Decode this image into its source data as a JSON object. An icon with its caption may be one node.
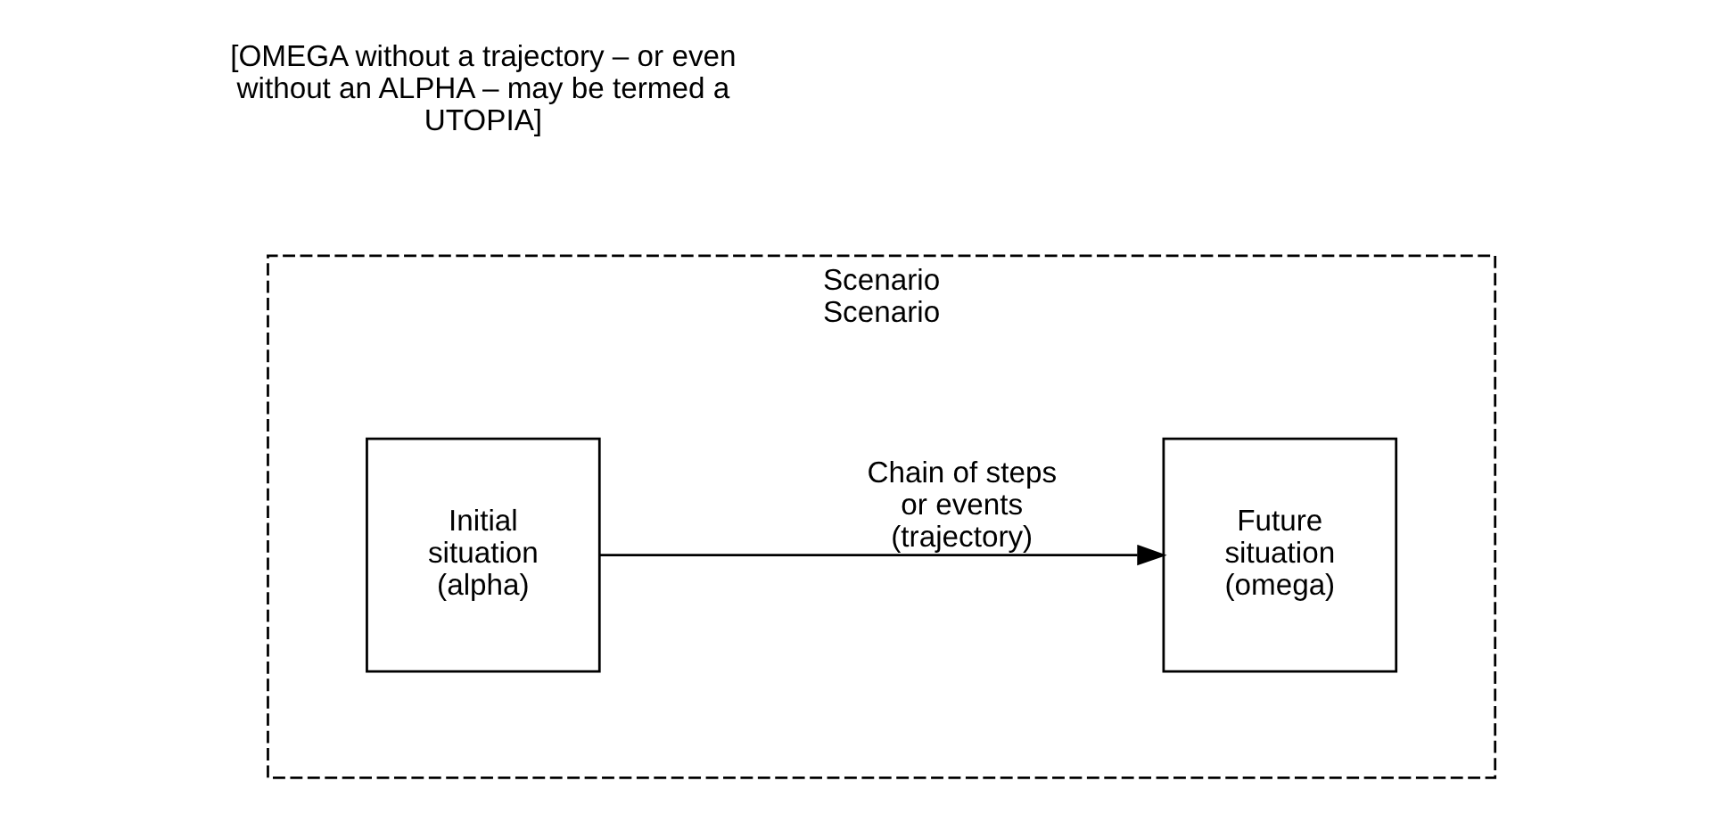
{
  "diagram": {
    "nodes": [
      {
        "text": [
          "Scenario",
          "Scenario"
        ]
      },
      {
        "text": [
          "Initial situation (alpha)"
        ],
        "in": 0
      },
      {
        "text": [
          "Future situation (omega)"
        ],
        "in": 0
      }
    ],
    "edges": [
      {
        "from": 1,
        "to": 2,
        "arrow": "to",
        "label": "Chain of steps or events (trajectory)"
      }
    ],
    "labels": [
      "[OMEGA without a trajectory – or even without an ALPHA – may be termed a UTOPIA]"
    ]
  }
}
